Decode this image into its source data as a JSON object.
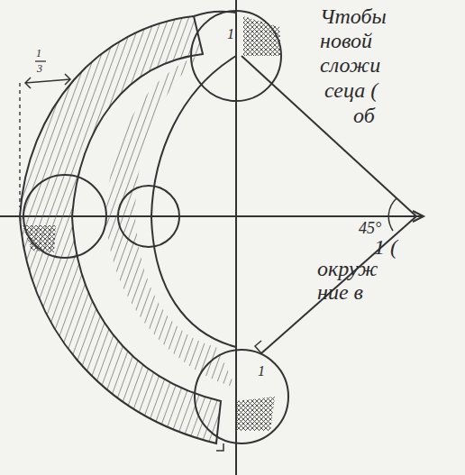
{
  "diagram": {
    "labels": [
      "Чтобы",
      "новой",
      "сложи",
      "сеца (",
      "об",
      "45°",
      "1 (",
      "окруж",
      "ние в",
      "1",
      "1",
      "1",
      "3"
    ]
  }
}
